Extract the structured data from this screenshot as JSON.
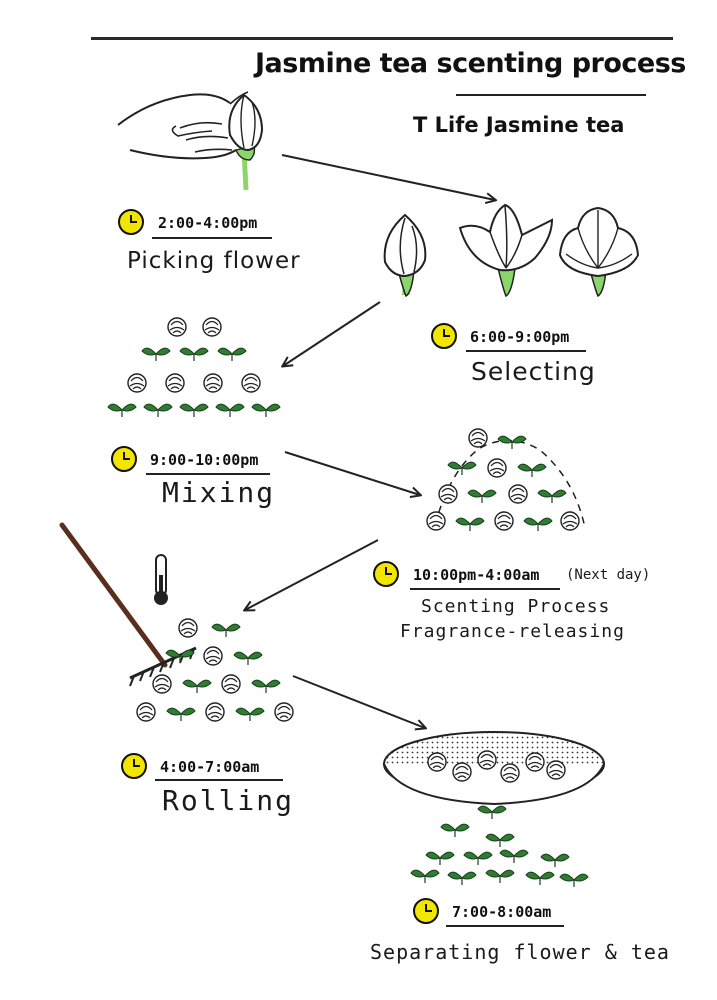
{
  "header": {
    "title": "Jasmine tea scenting process",
    "subtitle": "T Life Jasmine tea"
  },
  "steps": [
    {
      "time": "2:00-4:00pm",
      "label": "Picking flower"
    },
    {
      "time": "6:00-9:00pm",
      "label": "Selecting"
    },
    {
      "time": "9:00-10:00pm",
      "label": "Mixing"
    },
    {
      "time": "10:00pm-4:00am",
      "note": "(Next day)",
      "label": "Scenting Process",
      "label2": "Fragrance-releasing"
    },
    {
      "time": "4:00-7:00am",
      "label": "Rolling"
    },
    {
      "time": "7:00-8:00am",
      "label": "Separating flower & tea"
    }
  ],
  "colors": {
    "clock_fill": "#f2e600",
    "leaf_green": "#2e7d32",
    "stem_green": "#8bd66a",
    "line_dark": "#222222",
    "rake_brown": "#5a2e1c"
  }
}
